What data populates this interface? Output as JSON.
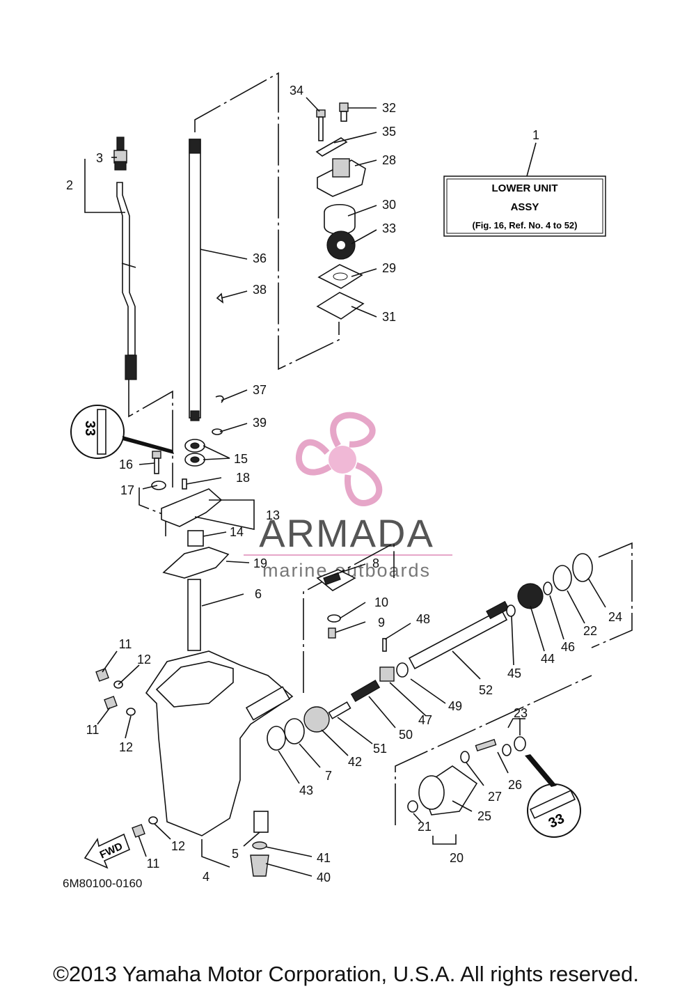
{
  "diagram_code": "6M80100-0160",
  "copyright": "©2013 Yamaha Motor Corporation, U.S.A. All rights reserved.",
  "assy_box": {
    "line1": "LOWER UNIT",
    "line2": "ASSY",
    "line3": "(Fig. 16, Ref. No. 4 to 52)"
  },
  "watermark": {
    "brand": "ARMADA",
    "tagline": "marine outboards",
    "color": "#e6a6c8"
  },
  "fwd_label": "FWD",
  "callout_a": "33",
  "callout_b": "33",
  "part_numbers": {
    "n1": "1",
    "n2": "2",
    "n3": "3",
    "n4": "4",
    "n5": "5",
    "n6": "6",
    "n7": "7",
    "n8": "8",
    "n9": "9",
    "n10": "10",
    "n11a": "11",
    "n11b": "11",
    "n11c": "11",
    "n12a": "12",
    "n12b": "12",
    "n12c": "12",
    "n13": "13",
    "n14": "14",
    "n15": "15",
    "n16": "16",
    "n17": "17",
    "n18": "18",
    "n19": "19",
    "n20": "20",
    "n21": "21",
    "n22": "22",
    "n23": "23",
    "n24": "24",
    "n25": "25",
    "n26": "26",
    "n27": "27",
    "n28": "28",
    "n29": "29",
    "n30": "30",
    "n31": "31",
    "n32": "32",
    "n33": "33",
    "n34": "34",
    "n35": "35",
    "n36": "36",
    "n37": "37",
    "n38": "38",
    "n39": "39",
    "n40": "40",
    "n41": "41",
    "n42": "42",
    "n43": "43",
    "n44": "44",
    "n45": "45",
    "n46": "46",
    "n47": "47",
    "n48": "48",
    "n49": "49",
    "n50": "50",
    "n51": "51",
    "n52": "52"
  }
}
